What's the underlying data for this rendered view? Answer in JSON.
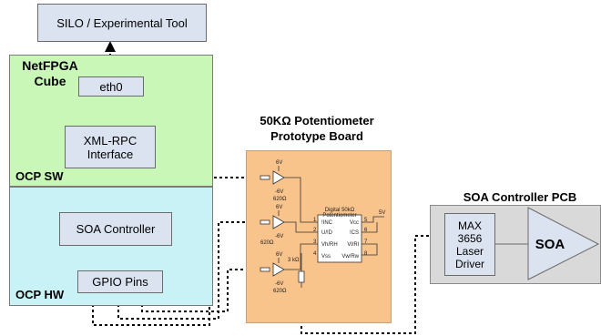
{
  "silo": "SILO / Experimental Tool",
  "netfpga": {
    "line1": "NetFPGA",
    "line2": "Cube"
  },
  "eth0": "eth0",
  "xmlrpc": {
    "line1": "XML-RPC",
    "line2": "Interface"
  },
  "ocp_sw": "OCP SW",
  "soa_controller": "SOA Controller",
  "gpio": "GPIO Pins",
  "ocp_hw": "OCP HW",
  "pot_title": {
    "line1": "50KΩ Potentiometer",
    "line2": "Prototype Board"
  },
  "pcb_title": "SOA Controller PCB",
  "max": {
    "l1": "MAX",
    "l2": "3656",
    "l3": "Laser",
    "l4": "Driver"
  },
  "soa": "SOA",
  "schematic": {
    "chip_title1": "Digital 50kΩ",
    "chip_title2": "Potentiometer",
    "pins_left": [
      "!INC",
      "U/!D",
      "Vh/RH",
      "Vss"
    ],
    "pins_right": [
      "Vcc",
      "!CS",
      "Vl/Rl",
      "Vw/Rw"
    ],
    "pin_nums_left": [
      "1",
      "2",
      "3",
      "4"
    ],
    "pin_nums_right": [
      "5",
      "6",
      "7",
      "8"
    ],
    "vplus": "6V",
    "vminus": "-6V",
    "res": "620Ω",
    "supply": "5V",
    "rload": "3 kΩ"
  }
}
